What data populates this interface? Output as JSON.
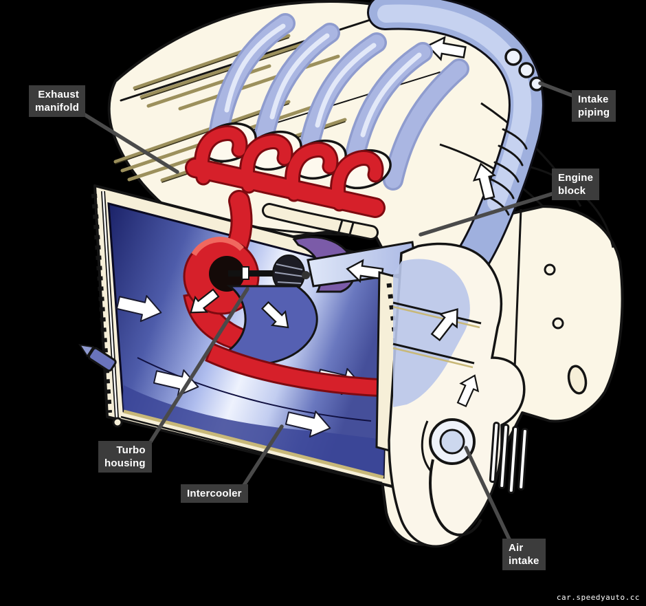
{
  "image": {
    "subject": "Cutaway illustration of a turbocharged engine charge-air system",
    "labels": [
      {
        "id": "exhaust-manifold",
        "text": "Exhaust\nmanifold"
      },
      {
        "id": "intake-piping",
        "text": "Intake\npiping"
      },
      {
        "id": "engine-block",
        "text": "Engine\nblock"
      },
      {
        "id": "turbo-housing",
        "text": "Turbo\nhousing"
      },
      {
        "id": "intercooler",
        "text": "Intercooler"
      },
      {
        "id": "air-intake",
        "text": "Air\nintake"
      }
    ],
    "watermark": "car.speedyauto.cc",
    "colors": {
      "background": "#000000",
      "label_background": "#3c3c3c",
      "label_text": "#ffffff",
      "leader_line": "#4a4a4a",
      "engine_body_cream": "#fbf6e6",
      "outline_black": "#141414",
      "intake_runner_blue": "#aab6e2",
      "intake_pipe_blue": "#9fb0de",
      "duct_indigo": "#5560b2",
      "intercooler_dark_navy": "#1b2268",
      "exhaust_red": "#d6202a",
      "exhaust_red_dark": "#7e0a10",
      "compressor_purple": "#7b5ba8",
      "flow_arrow_white": "#ffffff",
      "hatch_tan": "#9c905c"
    }
  }
}
